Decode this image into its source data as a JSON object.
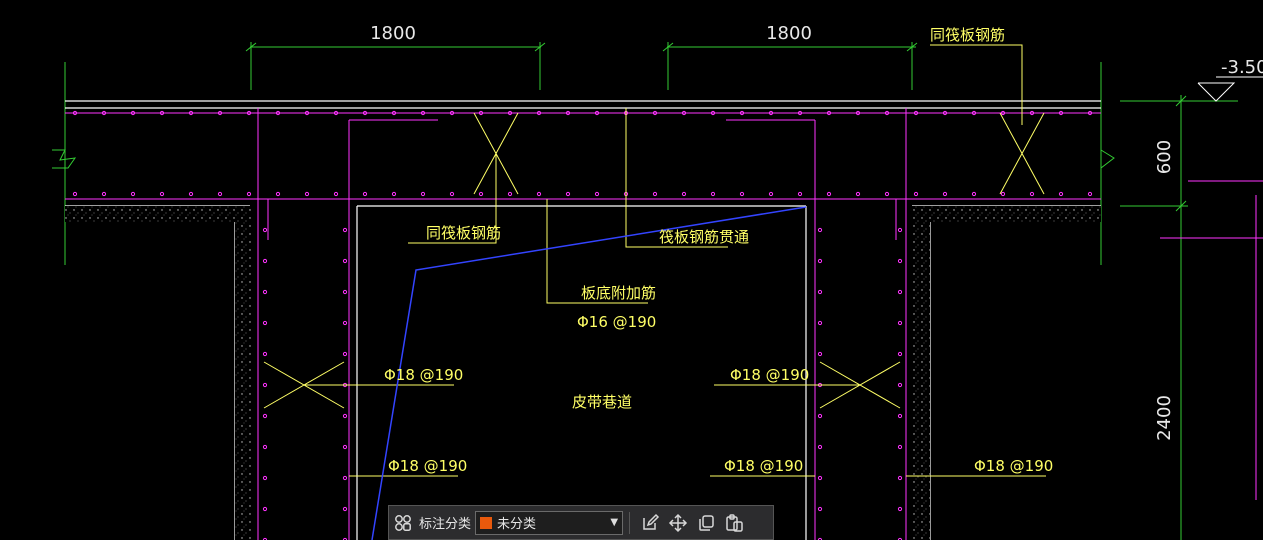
{
  "colors": {
    "background": "#000000",
    "dim_line": "#33cc33",
    "slab_outline": "#ffffff",
    "rebar": "#ff33ff",
    "label": "#ffff66",
    "section_line": "#3344ff",
    "category_swatch": "#e8590c"
  },
  "dimensions": {
    "top_left": "1800",
    "top_right": "1800",
    "right_600": "600",
    "right_2400": "2400",
    "elevation": "-3.50"
  },
  "labels": {
    "same_as_raft_top": "同筏板钢筋",
    "same_as_raft_mid": "同筏板钢筋",
    "raft_rebar_through": "筏板钢筋贯通",
    "slab_bottom_additional": "板底附加筋",
    "rebar_16_190": "Φ16 @190",
    "rebar_18_190_left_upper": "Φ18 @190",
    "rebar_18_190_right_upper": "Φ18 @190",
    "rebar_18_190_left_lower": "Φ18 @190",
    "rebar_18_190_mid_lower": "Φ18 @190",
    "rebar_18_190_right_lower": "Φ18 @190",
    "tunnel_name": "皮带巷道"
  },
  "toolbar": {
    "category_label": "标注分类",
    "category_value": "未分类",
    "icons": [
      "grid-icon",
      "edit-icon",
      "move-icon",
      "copy-icon",
      "paste-icon"
    ]
  }
}
